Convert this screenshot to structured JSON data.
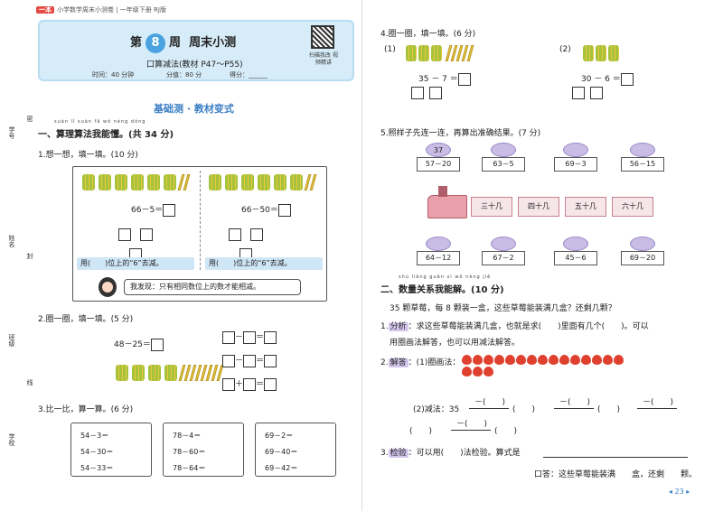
{
  "header": {
    "tag": "一本",
    "book": "小学数学周末小测卷 | 一年级下册 RJ版",
    "week_prefix": "第",
    "week_num": "8",
    "week_suffix": "周",
    "title": "周末小测",
    "subtitle": "口算减法(教材 P47～P55)",
    "time": "时间：40 分钟",
    "score": "分值：80 分",
    "got": "得分：______",
    "qr_text": "扫描我改 视频精讲"
  },
  "section": "基础测 · 教材变式",
  "side": {
    "class": "学号",
    "name": "姓名",
    "grade": "班级",
    "school": "学校",
    "cut1": "密",
    "cut2": "封",
    "cut3": "线"
  },
  "part1": {
    "pinyin": "suàn lǐ suàn fǎ wǒ néng dǒng",
    "title": "一、算理算法我能懂。(共 34 分)",
    "q1": {
      "title": "1.想一想，填一填。(10 分)",
      "left_expr": "66－5＝",
      "right_expr": "66－50＝",
      "left_bar": "用(　　)位上的“6”去减。",
      "right_bar": "用(　　)位上的“6”去减。",
      "discovery": "我发现：只有相同数位上的数才能相减。"
    },
    "q2": {
      "title": "2.圈一圈，填一填。(5 分)",
      "expr": "48－25＝",
      "op1": "－",
      "op2": "＝",
      "op3": "－",
      "op4": "＝",
      "op5": "＋",
      "op6": "＝"
    },
    "q3": {
      "title": "3.比一比，算一算。(6 分)",
      "cards": [
        [
          "54－3＝",
          "54－30＝",
          "54－33＝"
        ],
        [
          "78－4＝",
          "78－60＝",
          "78－64＝"
        ],
        [
          "69－2＝",
          "69－40＝",
          "69－42＝"
        ]
      ]
    }
  },
  "part1_right": {
    "q4": {
      "title": "4.圈一圈，填一填。(6 分)",
      "a_label": "(1)",
      "b_label": "(2)",
      "a_expr": "35 － 7 ＝",
      "b_expr": "30 － 6 ＝"
    },
    "q5": {
      "title": "5.照样子先连一连，再算出准确结果。(7 分)",
      "top": [
        {
          "val": "37",
          "expr": "57－20"
        },
        {
          "val": "",
          "expr": "63－5"
        },
        {
          "val": "",
          "expr": "69－3"
        },
        {
          "val": "",
          "expr": "56－15"
        }
      ],
      "cars": [
        "三十几",
        "四十几",
        "五十几",
        "六十几"
      ],
      "bottom": [
        "64－12",
        "67－2",
        "45－6",
        "69－20"
      ]
    }
  },
  "part2": {
    "pinyin": "shù liàng guān xì wǒ néng jiě",
    "title": "二、数量关系我能解。(10 分)",
    "problem": "35 颗草莓，每 8 颗装一盒，这些草莓能装满几盒？还剩几颗？",
    "s1_tag": "分析",
    "s1_text": "求这些草莓能装满几盒，也就是求(　　)里面有几个(　　)。可以",
    "s1_text2": "用圈画法解答，也可以用减法解答。",
    "s2_tag": "解答",
    "s2_a": "(1)圈画法：",
    "s2_b": "(2)减法：35",
    "minus": "－(　　)",
    "paren": "(　　)",
    "s3_tag": "检验",
    "s3_text": "可以用(　　)法检验。算式是",
    "answer": "口答：这些草莓能装满　　盒，还剩　　颗。"
  },
  "page_num": "23"
}
